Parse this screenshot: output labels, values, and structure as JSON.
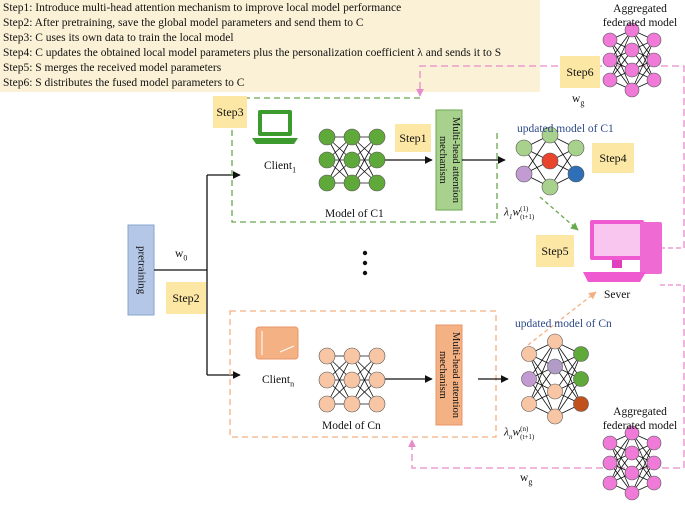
{
  "steps": [
    "Step1: Introduce multi-head attention mechanism to improve local model performance",
    "Step2: After pretraining, save the global model parameters and send them to C",
    "Step3: C uses its own data to train the local model",
    "Step4: C updates the obtained local model parameters plus the personalization coefficient λ and sends it to S",
    "Step5: S merges the received model parameters",
    "Step6: S distributes the fused model parameters to C"
  ],
  "stickies": {
    "step1": "Step1",
    "step2": "Step2",
    "step3": "Step3",
    "step4": "Step4",
    "step5": "Step5",
    "step6": "Step6"
  },
  "labels": {
    "pretraining": "pretraining",
    "w0": "w",
    "w0_sub": "0",
    "client1": "Client",
    "client1_sub": "1",
    "clientn": "Client",
    "clientn_sub": "n",
    "model_c1": "Model of C1",
    "model_cn": "Model of Cn",
    "attention_top": "Multi-head attention mechanism",
    "attention_bottom": "Multi-head attention mechanism",
    "updated_c1": "updated model of C1",
    "updated_cn": "updated model of Cn",
    "agg_top_1": "Aggregated",
    "agg_top_2": "federated model",
    "agg_bot_1": "Aggregated",
    "agg_bot_2": "federated model",
    "wg_top": "w",
    "wg_top_sub": "g",
    "wg_bot": "w",
    "wg_bot_sub": "g",
    "server": "Sever",
    "lambda1": "λ",
    "lambda1_sub": "1",
    "lambda1_w": "w",
    "lambda1_sup": "(1)",
    "lambda1_wsub": "(t+1)",
    "lambdan": "λ",
    "lambdan_sub": "n",
    "lambdan_w": "w",
    "lambdan_sup": "(n)",
    "lambdan_wsub": "(t+1)"
  },
  "colors": {
    "steps_bg": "#fbf1d7",
    "sticky": "#fde7a4",
    "green_node": "#5fa83a",
    "orange_node": "#f8c6a4",
    "pink_node": "#f07ad8",
    "green_box": "#a9d18e",
    "orange_box": "#f4b183",
    "pretrain_box": "#b4c7e7",
    "green_dash": "#6aa84f",
    "orange_dash": "#f4b183",
    "pink_dash": "#e88bc9"
  }
}
